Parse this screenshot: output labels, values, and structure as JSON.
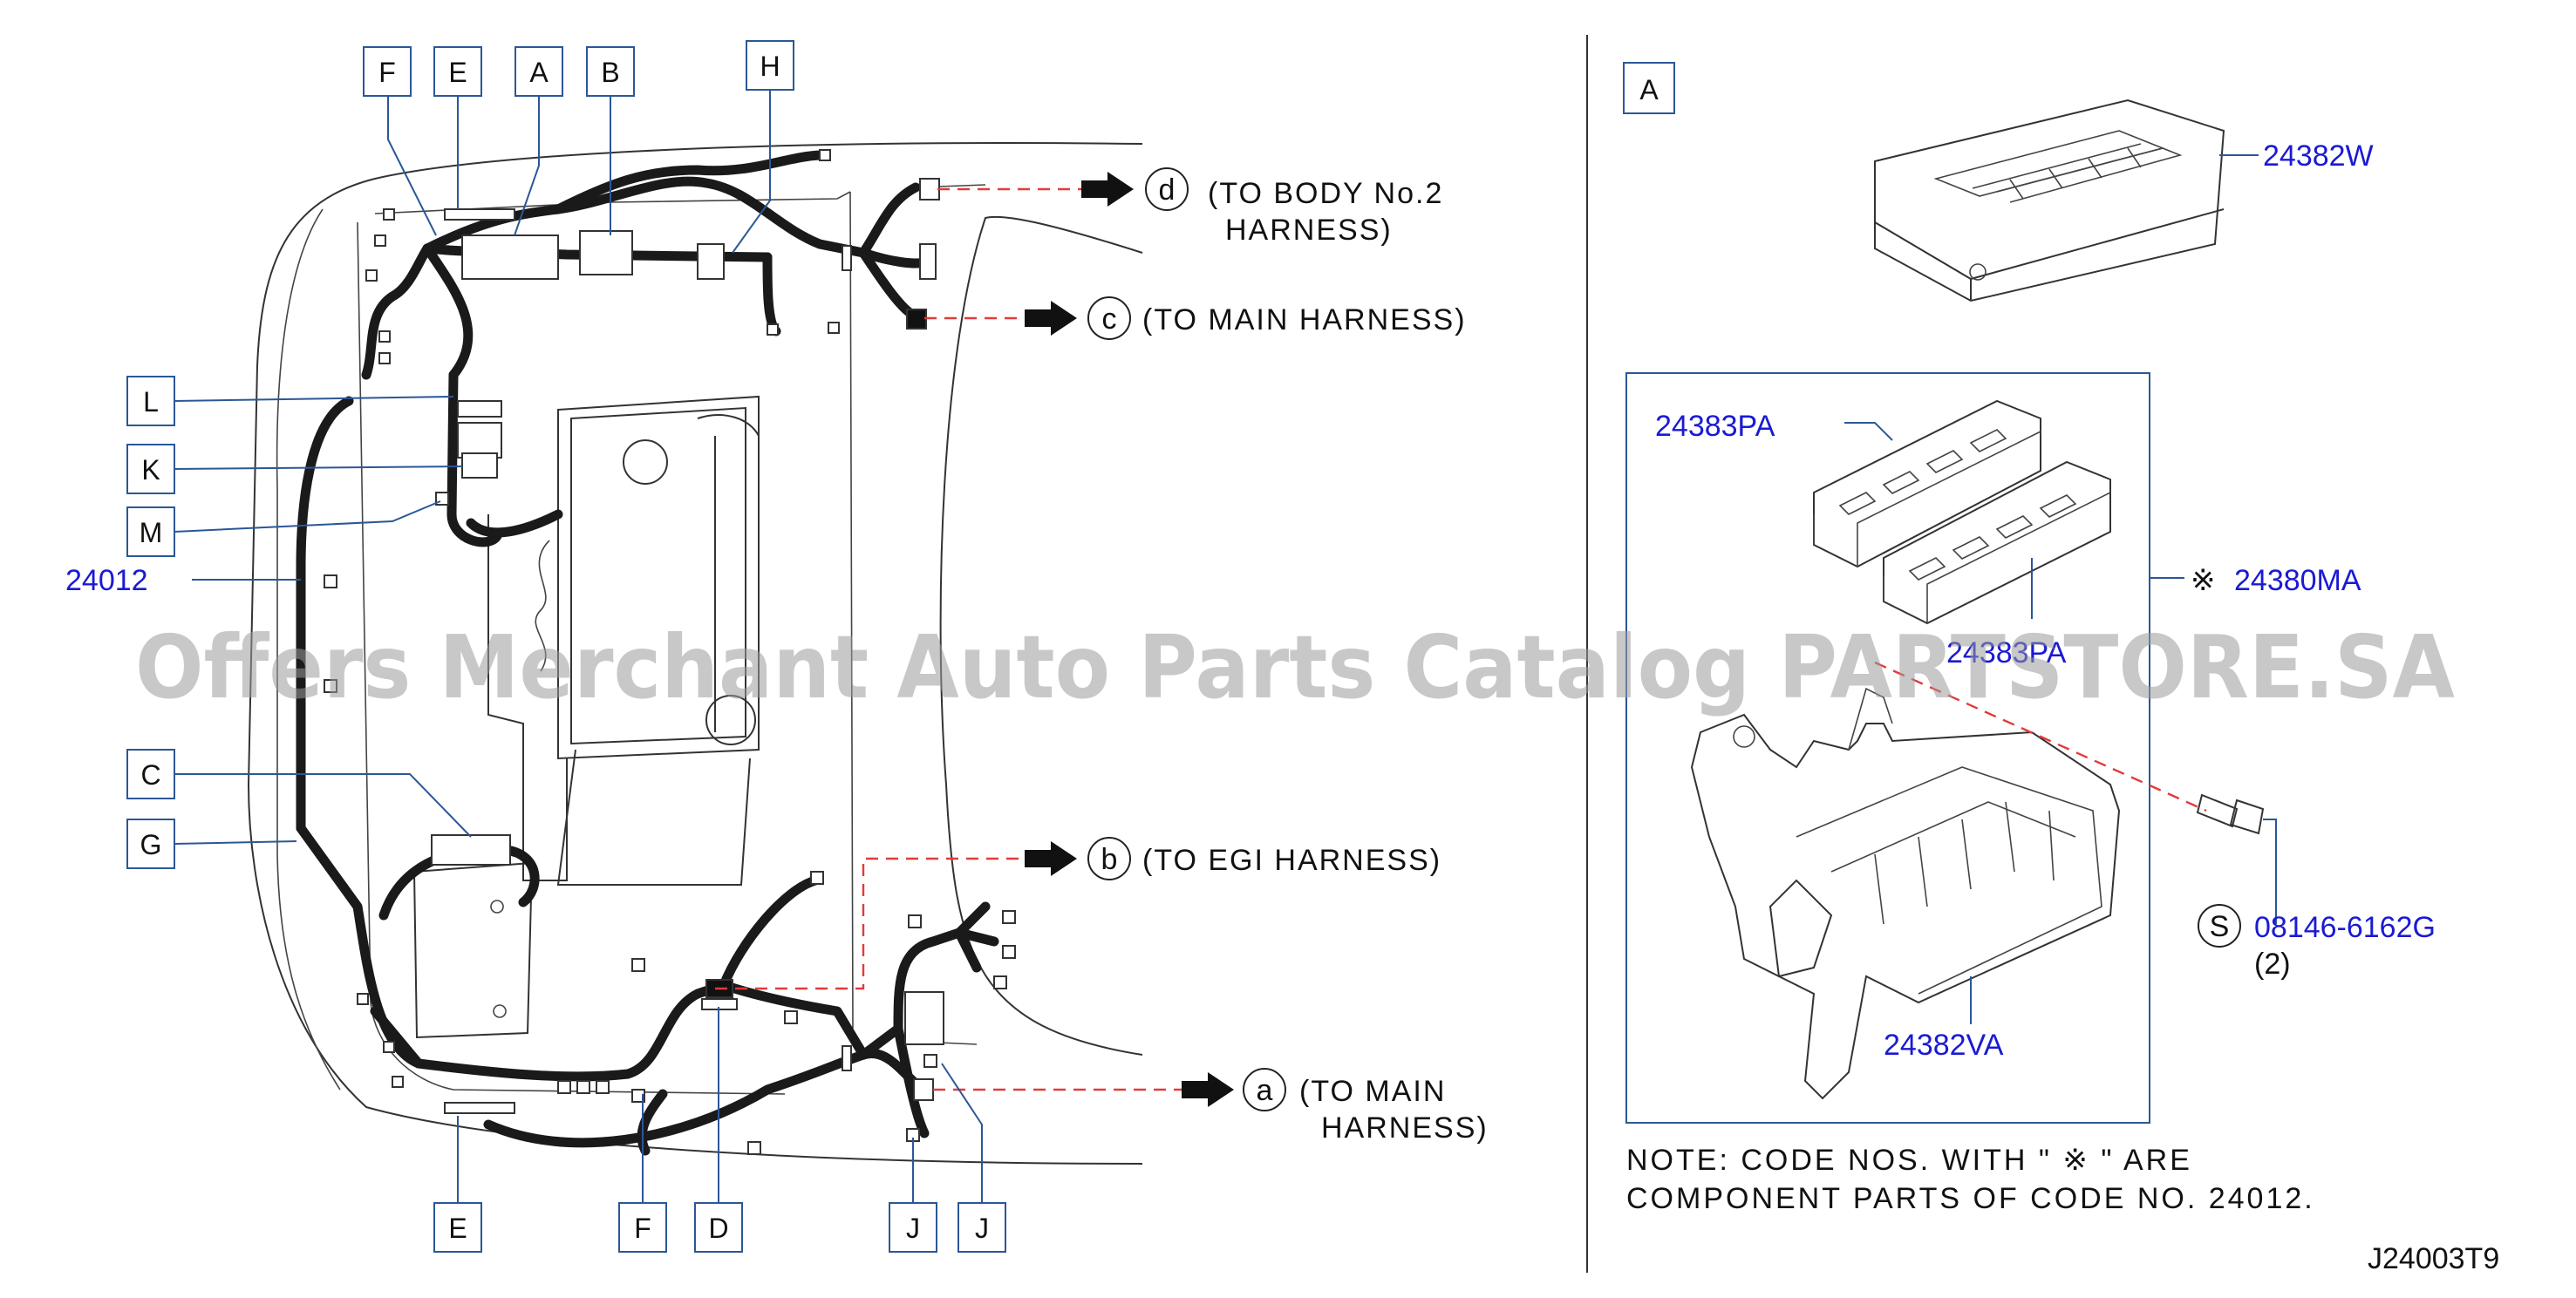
{
  "callouts": {
    "F": "F",
    "E": "E",
    "A": "A",
    "B": "B",
    "H": "H",
    "L": "L",
    "K": "K",
    "M": "M",
    "C": "C",
    "G": "G",
    "D": "D",
    "J": "J"
  },
  "part_main_harness": "24012",
  "connections": {
    "d_letter": "d",
    "d_line1": "(TO  BODY  No.2",
    "d_line2": "HARNESS)",
    "c_letter": "c",
    "c_text": "(TO  MAIN  HARNESS)",
    "b_letter": "b",
    "b_text": "(TO  EGI  HARNESS)",
    "a_letter": "a",
    "a_line1": "(TO  MAIN",
    "a_line2": "HARNESS)"
  },
  "detail": {
    "label": "A",
    "cover_part": "24382W",
    "block_part_1": "24383PA",
    "block_part_2": "24383PA",
    "assembly_mark": "※",
    "assembly_part": "24380MA",
    "bracket_part": "24382VA",
    "bolt_letter": "S",
    "bolt_part": "08146-6162G",
    "bolt_qty": "(2)"
  },
  "note_line1": "NOTE:  CODE  NOS.  WITH  \"  ※ \"  ARE",
  "note_line2": "COMPONENT  PARTS  OF  CODE  NO.  24012.",
  "diagram_code": "J24003T9",
  "watermark": "Offers Merchant Auto Parts Catalog PARTSTORE.SA",
  "colors": {
    "callout_border": "#2b5797",
    "part_number": "#1a1ad4",
    "arrow_dash": "#e23b3b"
  }
}
